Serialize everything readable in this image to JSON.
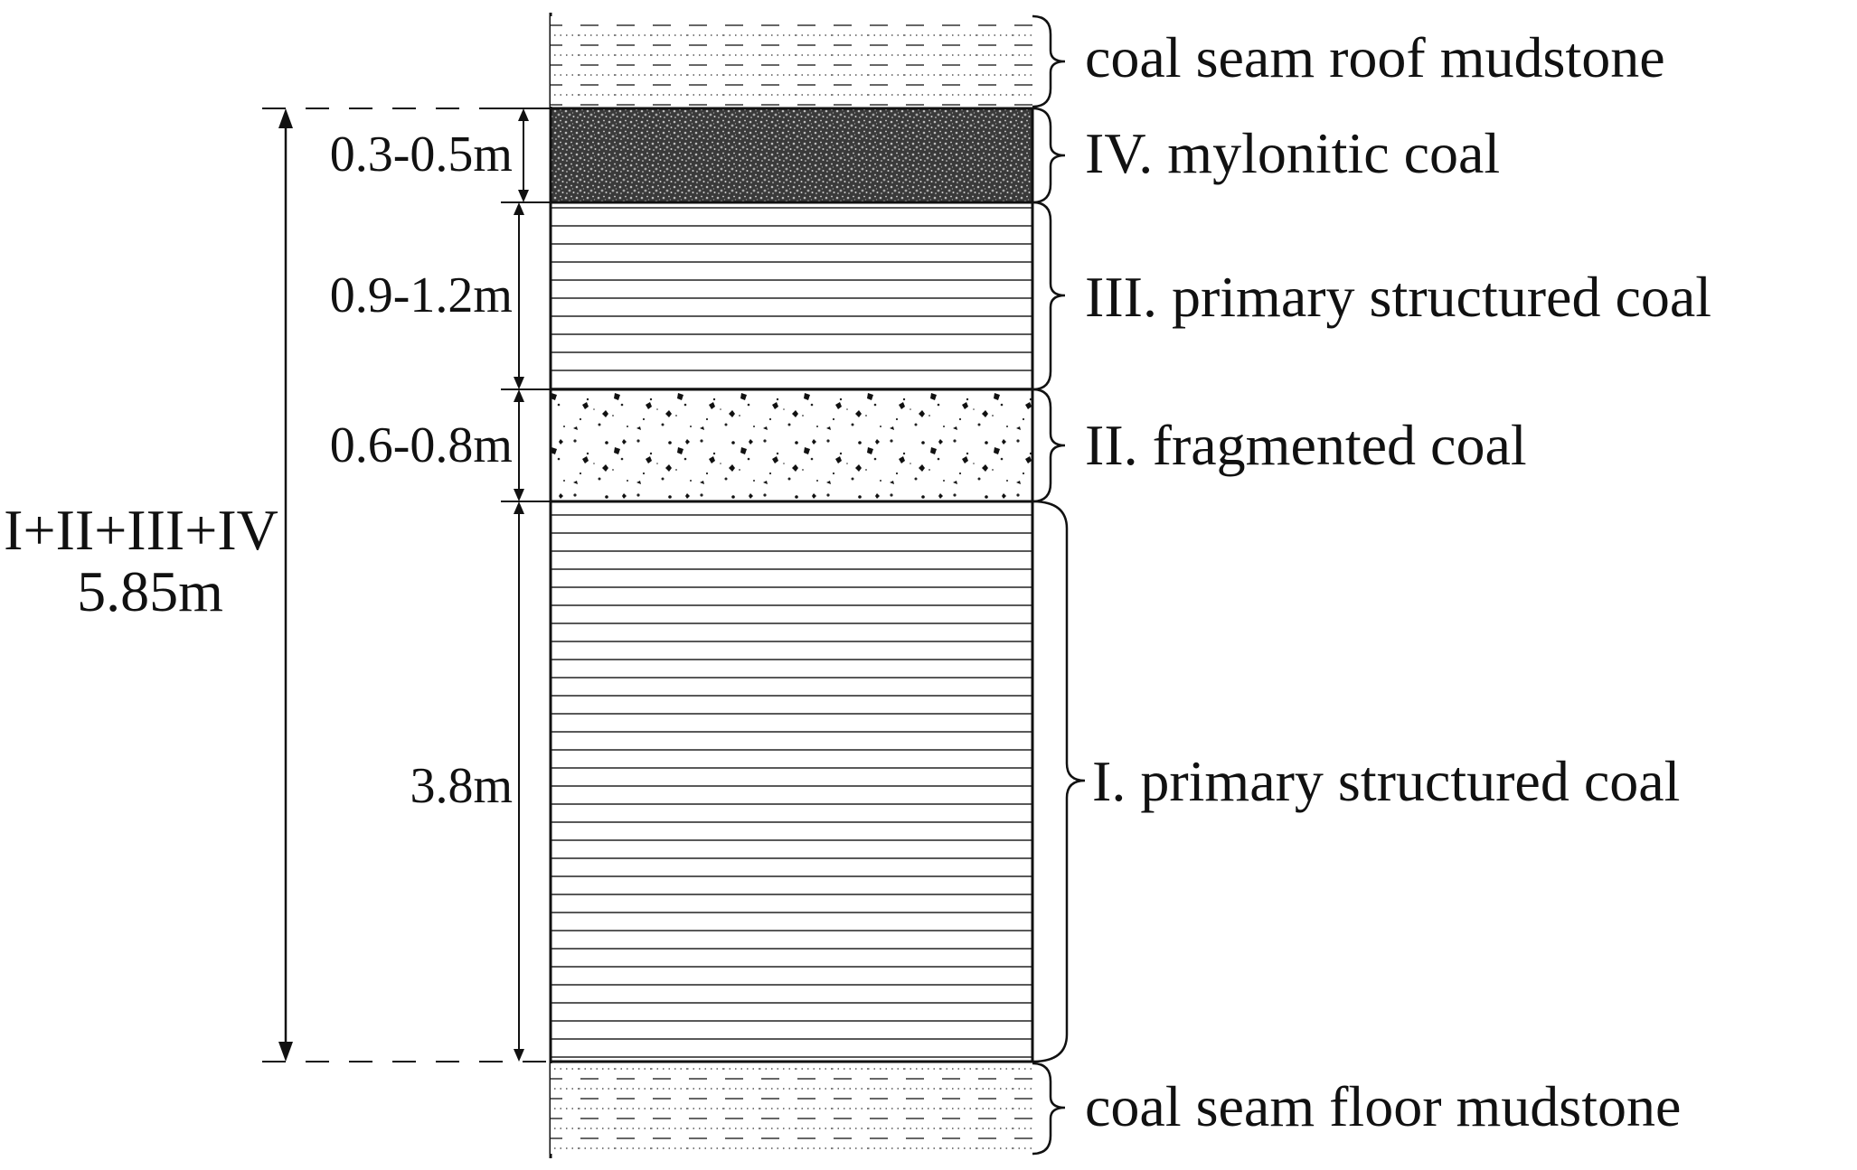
{
  "layers": [
    {
      "id": "roof",
      "label": "coal seam roof mudstone"
    },
    {
      "id": "IV",
      "label": "IV. mylonitic coal",
      "thickness": "0.3-0.5m"
    },
    {
      "id": "III",
      "label": "III. primary structured coal",
      "thickness": "0.9-1.2m"
    },
    {
      "id": "II",
      "label": "II. fragmented coal",
      "thickness": "0.6-0.8m"
    },
    {
      "id": "I",
      "label": "I. primary structured coal",
      "thickness": "3.8m"
    },
    {
      "id": "floor",
      "label": "coal seam floor mudstone"
    }
  ],
  "total": {
    "label": "I+II+III+IV",
    "value": "5.85m"
  }
}
